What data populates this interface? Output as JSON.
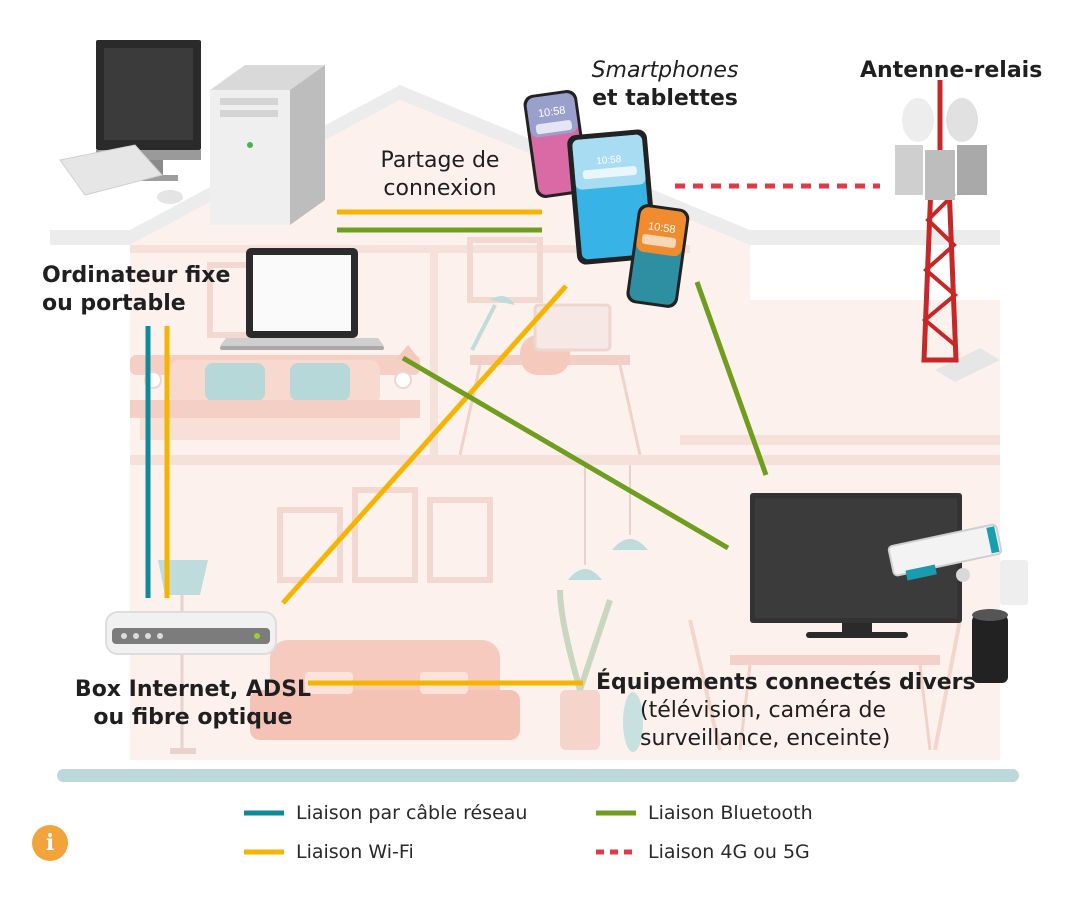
{
  "labels": {
    "smartphones_line1": "Smartphones",
    "smartphones_line2": "et tablettes",
    "antenna": "Antenne-relais",
    "sharing_line1": "Partage de",
    "sharing_line2": "connexion",
    "computer_line1": "Ordinateur fixe",
    "computer_line2": "ou portable",
    "box_line1": "Box Internet, ADSL",
    "box_line2": "ou fibre optique",
    "equipment_title": "Équipements connectés divers",
    "equipment_line2": "(télévision, caméra de",
    "equipment_line3": "surveillance, enceinte)"
  },
  "devices": {
    "phone_time": "10:58",
    "tablet_time": "10:58",
    "phone2_time": "10:58"
  },
  "legend": [
    {
      "label": "Liaison par câble réseau",
      "color": "#0e8a9a",
      "style": "solid"
    },
    {
      "label": "Liaison Wi-Fi",
      "color": "#f5b400",
      "style": "solid"
    },
    {
      "label": "Liaison Bluetooth",
      "color": "#6f9e1f",
      "style": "solid"
    },
    {
      "label": "Liaison 4G ou 5G",
      "color": "#e03a4a",
      "style": "dotted"
    }
  ],
  "info_icon": {
    "glyph": "i",
    "color": "#f2a33a"
  }
}
